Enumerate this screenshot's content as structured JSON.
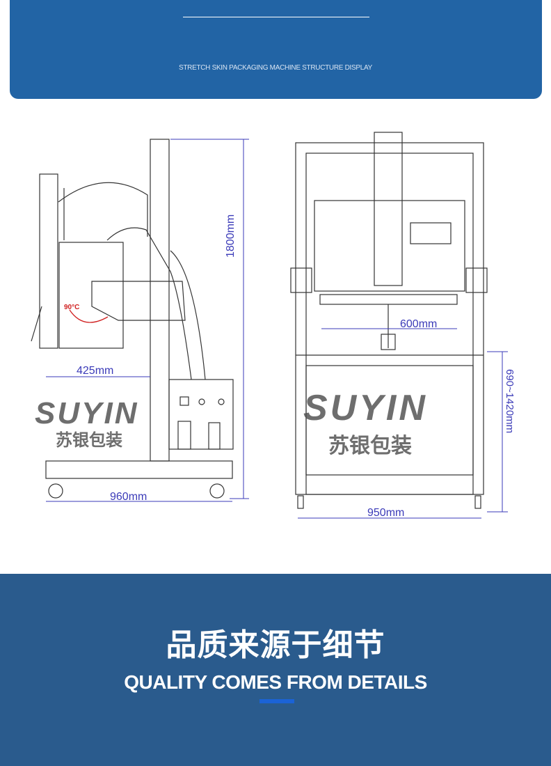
{
  "header": {
    "subtitle": "STRETCH SKIN PACKAGING MACHINE STRUCTURE DISPLAY"
  },
  "drawing": {
    "side_view": {
      "height_label": "1800mm",
      "depth_label": "425mm",
      "width_label": "960mm",
      "angle_label": "90°C"
    },
    "front_view": {
      "inner_width_label": "600mm",
      "height_range_label": "690~1420mm",
      "width_label": "950mm"
    },
    "watermark": {
      "brand_en": "SUYIN",
      "brand_cn": "苏银包装"
    },
    "colors": {
      "dimension": "#3a3ab8",
      "line": "#333333",
      "accent_red": "#d02020"
    }
  },
  "footer": {
    "title_cn": "品质来源于细节",
    "title_en": "QUALITY COMES FROM DETAILS"
  },
  "colors": {
    "banner": "#2264a5",
    "footer": "#2a5b8d",
    "accent": "#1b63d6"
  }
}
